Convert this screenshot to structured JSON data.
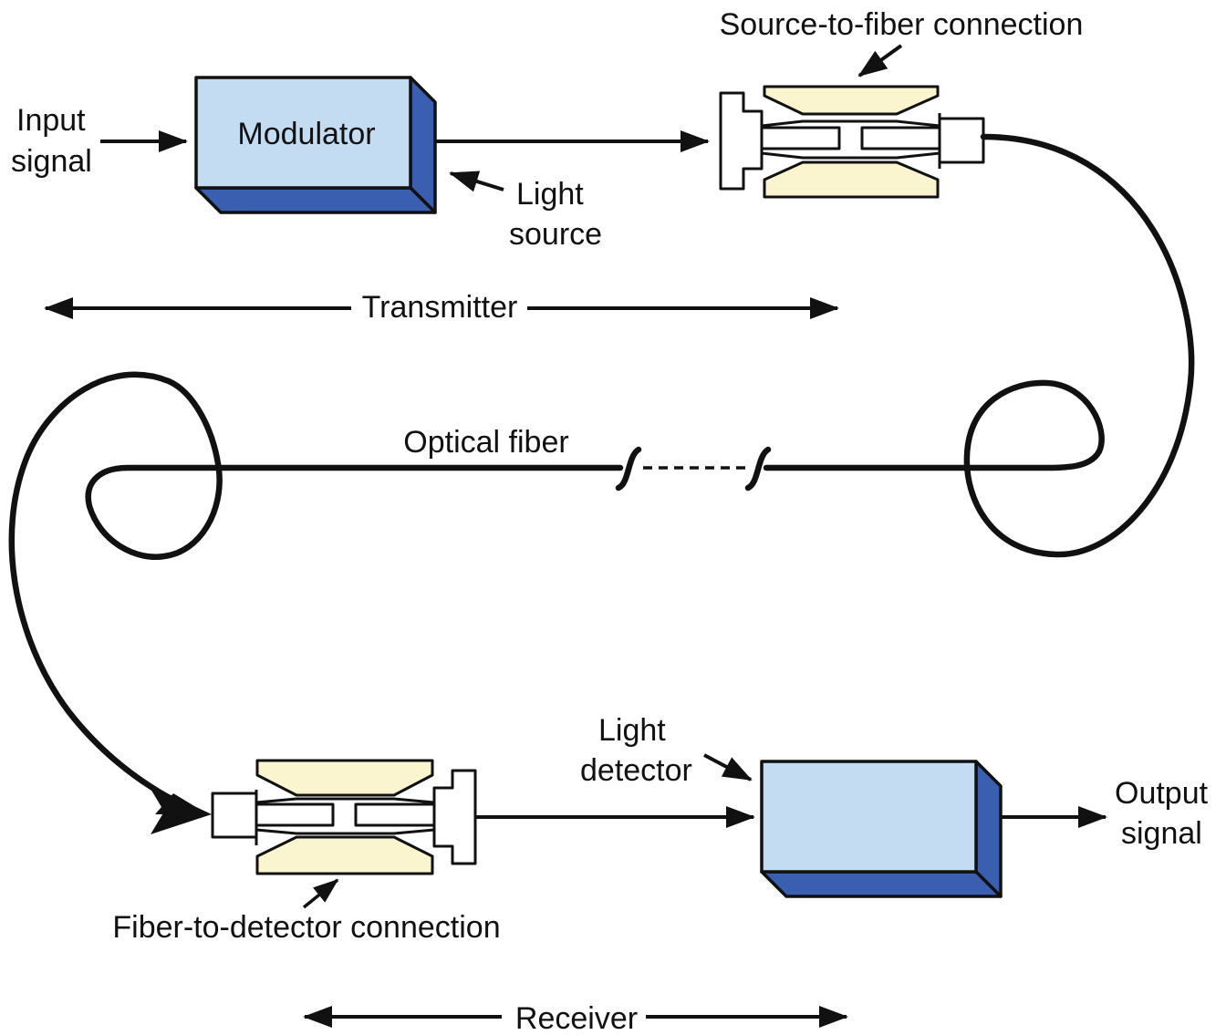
{
  "labels": {
    "input_signal": [
      "Input",
      "signal"
    ],
    "modulator": "Modulator",
    "light_source": [
      "Light",
      "source"
    ],
    "source_to_fiber": "Source-to-fiber connection",
    "transmitter": "Transmitter",
    "optical_fiber": "Optical fiber",
    "light_detector": [
      "Light",
      "detector"
    ],
    "output_signal": [
      "Output",
      "signal"
    ],
    "fiber_to_detector": "Fiber-to-detector connection",
    "receiver": "Receiver"
  },
  "colors": {
    "box_face": "#c3dcf2",
    "box_side": "#3a5fb0",
    "connector_fill": "#fbf5cf",
    "line": "#111111"
  }
}
